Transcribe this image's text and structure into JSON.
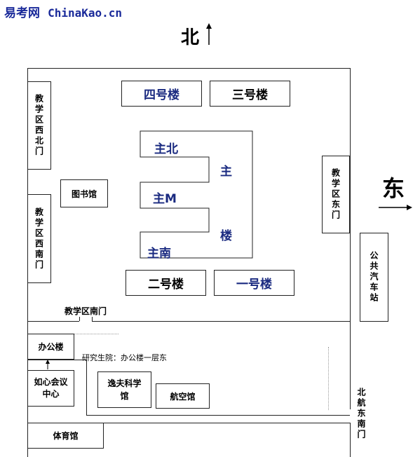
{
  "watermark": {
    "cn": "易考网",
    "en": "ChinaKao.cn"
  },
  "compass": {
    "north": "北",
    "east": "东"
  },
  "buildings": {
    "b4": "四号楼",
    "b3": "三号楼",
    "b2": "二号楼",
    "b1": "一号楼",
    "main_north": "主北",
    "main_m": "主M",
    "main_south": "主南",
    "main_zhu": "主",
    "main_lou": "楼",
    "library": "图书馆",
    "office": "办公楼",
    "conference": "如心会议中心",
    "yifu": "逸夫科学馆",
    "aviation": "航空馆",
    "gym": "体育馆"
  },
  "gates": {
    "nw": "教学区西北门",
    "sw": "教学区西南门",
    "east": "教学区东门",
    "south": "教学区南门",
    "beihang_east": "北航东南门"
  },
  "bus_stop": "公共汽车站",
  "note": "研究生院：办公楼一层东"
}
